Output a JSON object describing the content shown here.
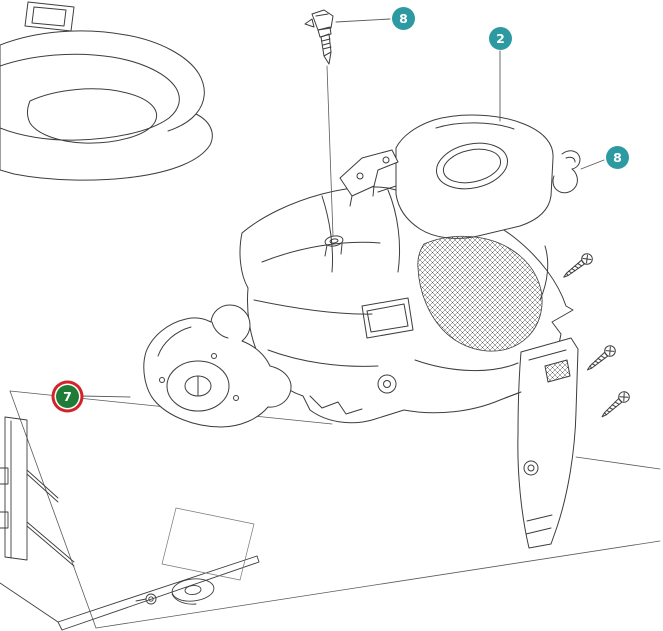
{
  "diagram": {
    "background_hex": "#ffffff",
    "line_color_hex": "#3d3d3d",
    "callouts": {
      "items": [
        {
          "id": "8-top",
          "label": "8",
          "color_hex": "#2d9aa1",
          "css": "background:#2d9aa1"
        },
        {
          "id": "2",
          "label": "2",
          "color_hex": "#2d9aa1",
          "css": "background:#2d9aa1"
        },
        {
          "id": "8-right",
          "label": "8",
          "color_hex": "#2d9aa1",
          "css": "background:#2d9aa1"
        },
        {
          "id": "7",
          "label": "7",
          "color_hex": "#1f7c36",
          "ring_hex": "#d2232a",
          "css": "background:#1f7c36;box-shadow:0 0 0 1.5px #ffffff,0 0 0 4.5px #d2232a"
        }
      ]
    }
  }
}
